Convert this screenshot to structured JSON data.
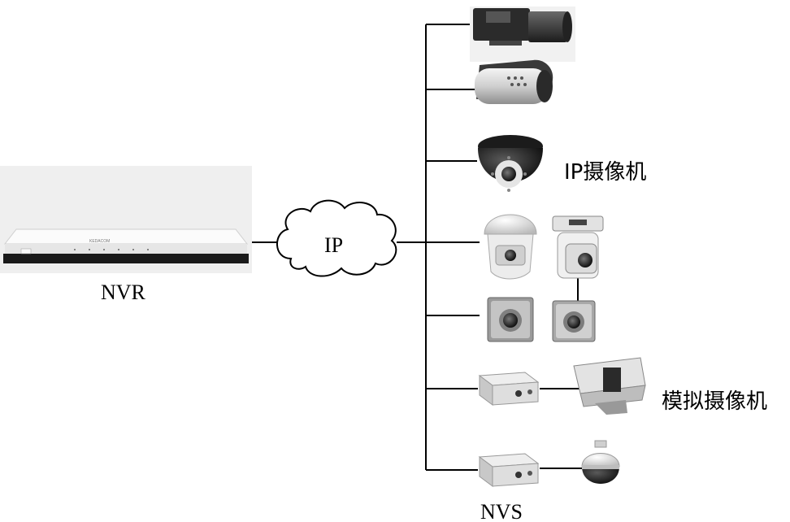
{
  "nodes": {
    "nvr": {
      "label": "NVR"
    },
    "network": {
      "label": "IP"
    },
    "nvs": {
      "label": "NVS"
    }
  },
  "groups": {
    "ip_cameras": {
      "label": "IP摄像机"
    },
    "analog_cameras": {
      "label": "模拟摄像机"
    }
  },
  "devices": {
    "nvr_brand": "KEDACOM"
  }
}
